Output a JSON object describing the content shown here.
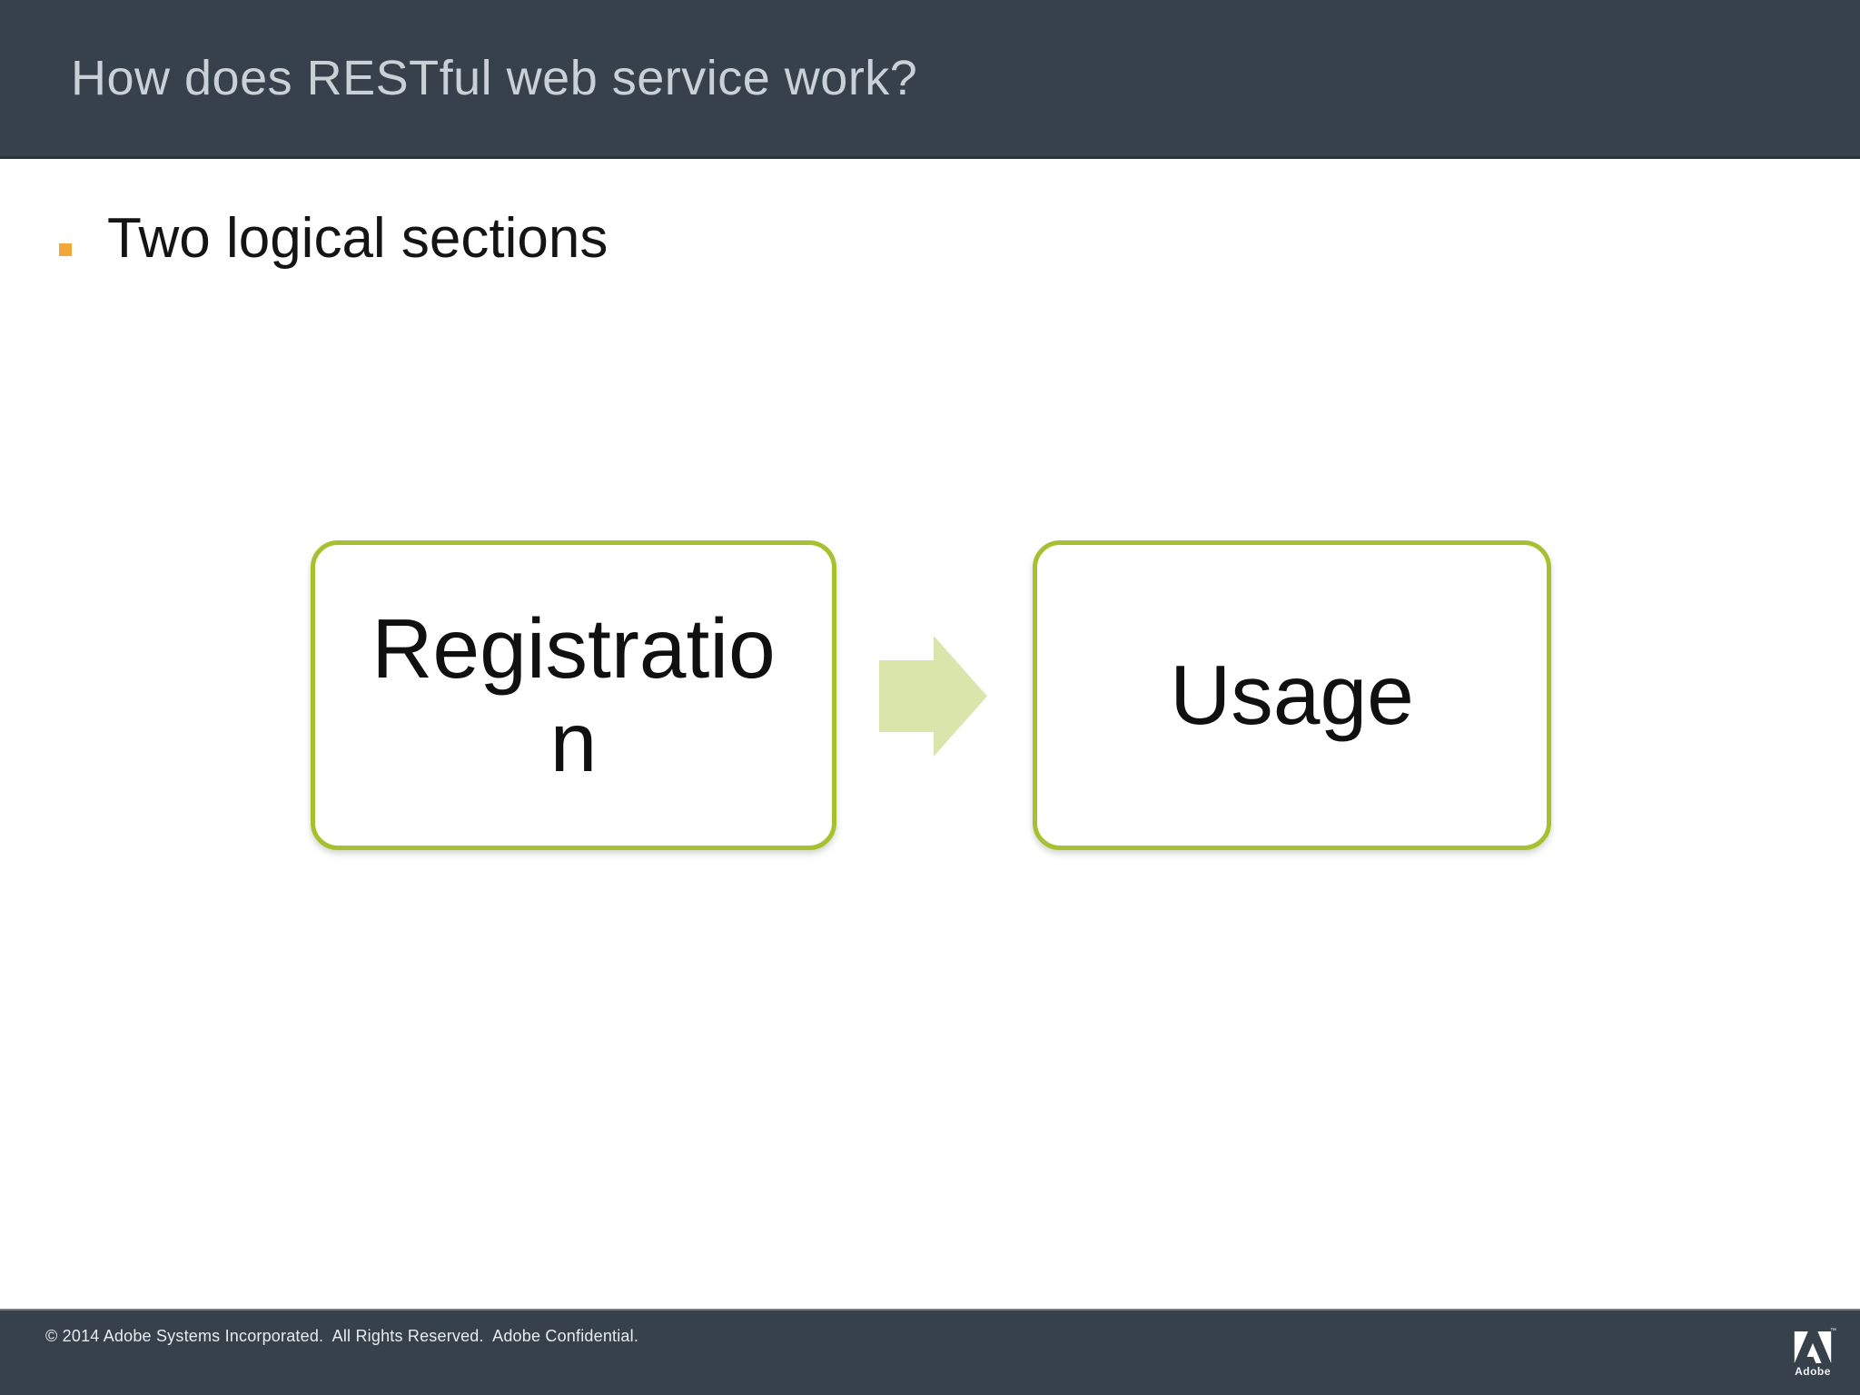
{
  "header": {
    "title": "How does RESTful web service work?"
  },
  "body": {
    "bullet_text": "Two logical sections"
  },
  "diagram": {
    "type": "flow",
    "boxes": [
      {
        "label": "Registratio\nn",
        "meaning": "Registration"
      },
      {
        "label": "Usage",
        "meaning": "Usage"
      }
    ],
    "connector": "right-arrow"
  },
  "footer": {
    "copyright": "© 2014 Adobe Systems Incorporated.  All Rights Reserved.  Adobe Confidential.",
    "brand": "Adobe",
    "trademark": "™"
  },
  "colors": {
    "header_bg": "#37414b",
    "footer_bg": "#37414b",
    "title_text": "#c9d1d7",
    "accent_green_border": "#a6c02f",
    "arrow_fill": "#d9e5ab",
    "bullet_orange": "#f2a73d",
    "body_text": "#141414"
  }
}
